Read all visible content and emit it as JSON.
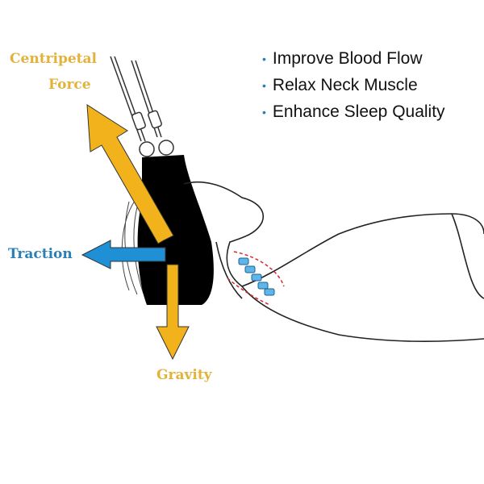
{
  "labels": {
    "centripetal_line1": "Centripetal",
    "centripetal_line2": "Force",
    "traction": "Traction",
    "gravity": "Gravity"
  },
  "benefits": [
    {
      "text": "Improve Blood Flow"
    },
    {
      "text": "Relax Neck Muscle"
    },
    {
      "text": "Enhance Sleep Quality"
    }
  ],
  "colors": {
    "force_arrow": "#f2b21b",
    "traction_arrow": "#1f8fd6",
    "spine": "#5fb4e8",
    "accent_red": "#d8262b"
  }
}
